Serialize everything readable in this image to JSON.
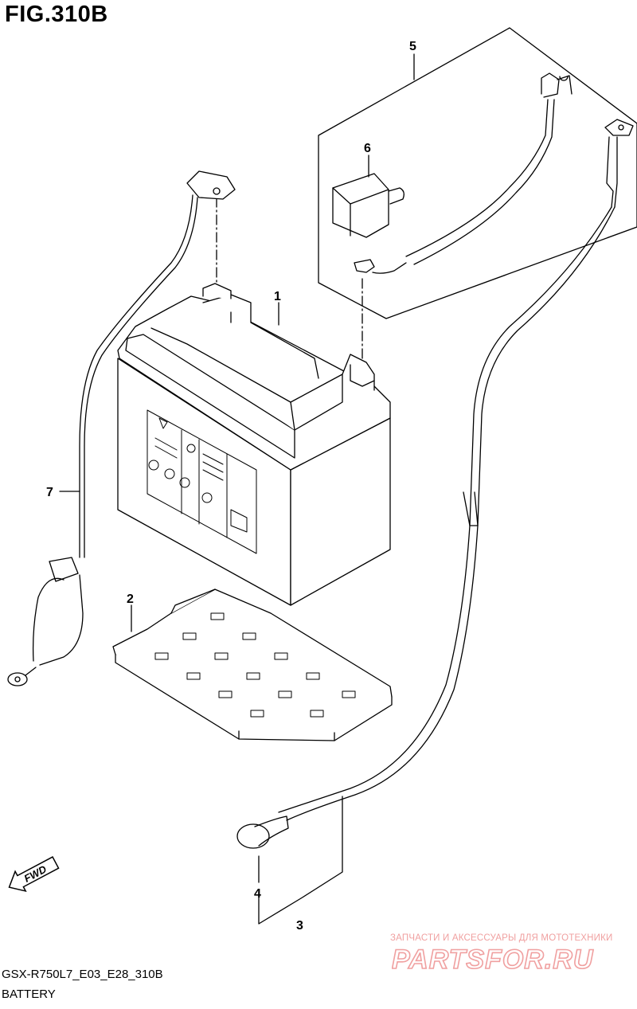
{
  "figure": {
    "title": "FIG.310B",
    "model_code": "GSX-R750L7_E03_E28_310B",
    "section_name": "BATTERY"
  },
  "callouts": [
    "1",
    "2",
    "3",
    "4",
    "5",
    "6",
    "7"
  ],
  "direction_arrow": {
    "label": "FWD",
    "icon": "fwd-arrow-icon"
  },
  "watermark": {
    "caption": "ЗАПЧАСТИ И АКСЕССУАРЫ ДЛЯ МОТОТЕХНИКИ",
    "logo_text": "PARTSFOR.RU",
    "color": "#f0a0a0"
  },
  "colors": {
    "line": "#000000",
    "background": "#ffffff"
  }
}
